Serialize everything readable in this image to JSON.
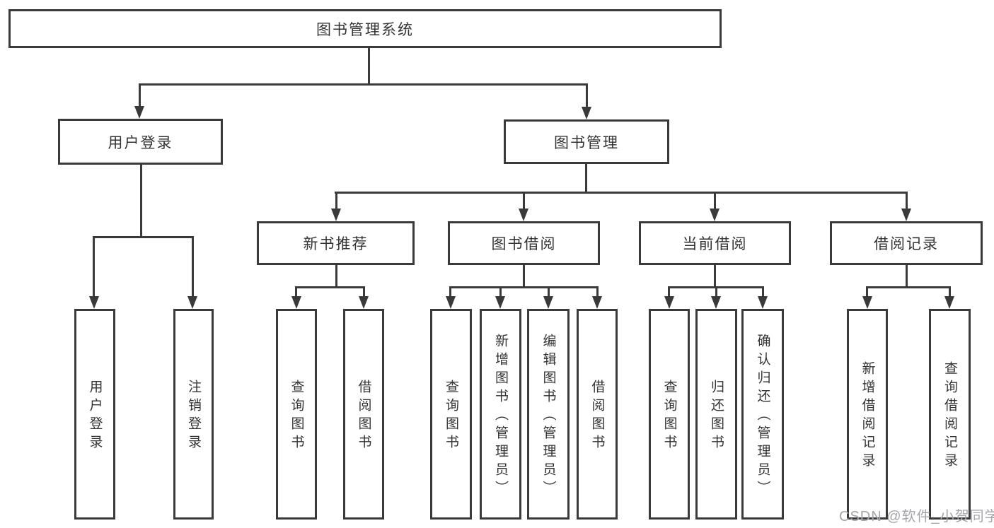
{
  "diagram": {
    "title": "图书管理系统",
    "root": {
      "label": "图书管理系统"
    },
    "branches": [
      {
        "label": "用户登录",
        "children": [
          {
            "label": "用户登录"
          },
          {
            "label": "注销登录"
          }
        ]
      },
      {
        "label": "图书管理",
        "children": [
          {
            "label": "新书推荐",
            "children": [
              {
                "label": "查询图书"
              },
              {
                "label": "借阅图书"
              }
            ]
          },
          {
            "label": "图书借阅",
            "children": [
              {
                "label": "查询图书"
              },
              {
                "label": "新增图书（管理员）"
              },
              {
                "label": "编辑图书（管理员）"
              },
              {
                "label": "借阅图书"
              }
            ]
          },
          {
            "label": "当前借阅",
            "children": [
              {
                "label": "查询图书"
              },
              {
                "label": "归还图书"
              },
              {
                "label": "确认归还（管理员）"
              }
            ]
          },
          {
            "label": "借阅记录",
            "children": [
              {
                "label": "新增借阅记录"
              },
              {
                "label": "查询借阅记录"
              }
            ]
          }
        ]
      }
    ],
    "watermark": "CSDN @软件_小贺同学",
    "colors": {
      "line": "#3a3a3a",
      "text": "#333333",
      "watermark": "#a3a5a9",
      "background": "#ffffff"
    }
  }
}
